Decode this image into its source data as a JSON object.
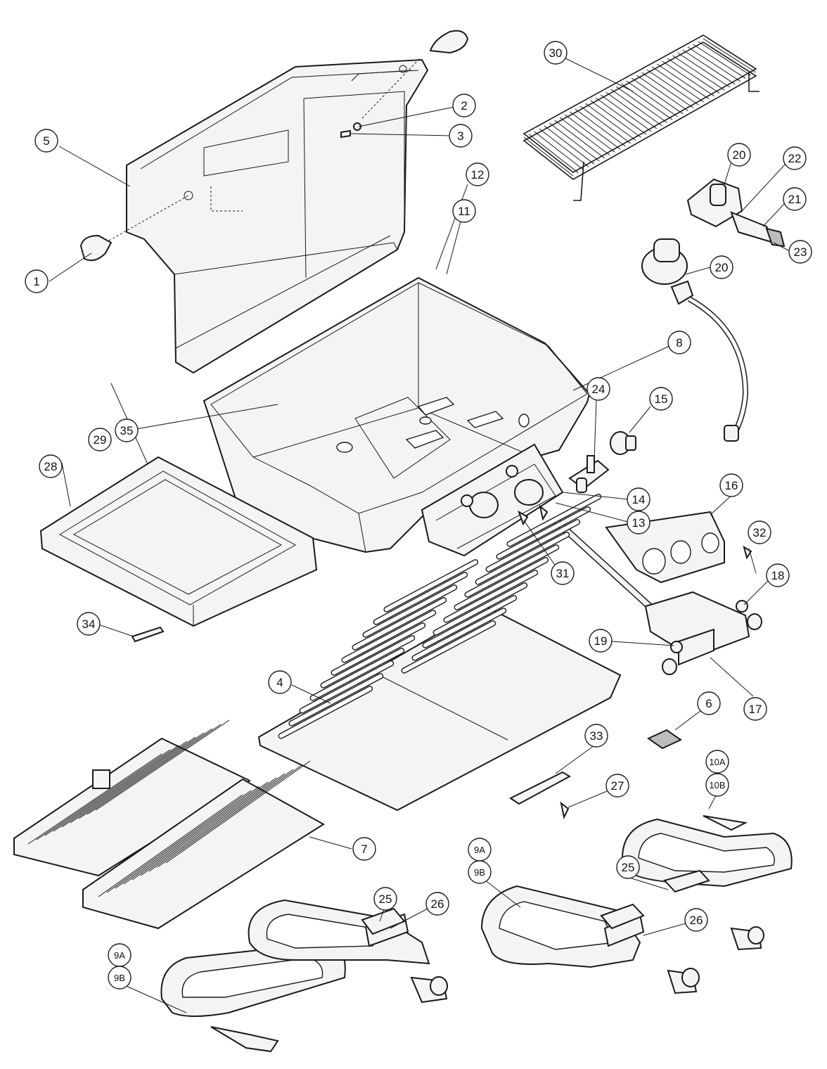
{
  "callouts": [
    {
      "id": "c-1",
      "label": "1"
    },
    {
      "id": "c-2",
      "label": "2"
    },
    {
      "id": "c-3",
      "label": "3"
    },
    {
      "id": "c-4",
      "label": "4"
    },
    {
      "id": "c-5",
      "label": "5"
    },
    {
      "id": "c-6",
      "label": "6"
    },
    {
      "id": "c-7",
      "label": "7"
    },
    {
      "id": "c-8",
      "label": "8"
    },
    {
      "id": "c-9a-left",
      "label": "9A"
    },
    {
      "id": "c-9b-left",
      "label": "9B"
    },
    {
      "id": "c-9a-right",
      "label": "9A"
    },
    {
      "id": "c-9b-right",
      "label": "9B"
    },
    {
      "id": "c-10a",
      "label": "10A"
    },
    {
      "id": "c-10b",
      "label": "10B"
    },
    {
      "id": "c-11",
      "label": "11"
    },
    {
      "id": "c-12",
      "label": "12"
    },
    {
      "id": "c-13",
      "label": "13"
    },
    {
      "id": "c-14",
      "label": "14"
    },
    {
      "id": "c-15",
      "label": "15"
    },
    {
      "id": "c-16",
      "label": "16"
    },
    {
      "id": "c-17",
      "label": "17"
    },
    {
      "id": "c-18",
      "label": "18"
    },
    {
      "id": "c-19",
      "label": "19"
    },
    {
      "id": "c-20-top",
      "label": "20"
    },
    {
      "id": "c-20-mid",
      "label": "20"
    },
    {
      "id": "c-21",
      "label": "21"
    },
    {
      "id": "c-22",
      "label": "22"
    },
    {
      "id": "c-23",
      "label": "23"
    },
    {
      "id": "c-24",
      "label": "24"
    },
    {
      "id": "c-25-left",
      "label": "25"
    },
    {
      "id": "c-25-right",
      "label": "25"
    },
    {
      "id": "c-26-left",
      "label": "26"
    },
    {
      "id": "c-26-right",
      "label": "26"
    },
    {
      "id": "c-27",
      "label": "27"
    },
    {
      "id": "c-28",
      "label": "28"
    },
    {
      "id": "c-29",
      "label": "29"
    },
    {
      "id": "c-30",
      "label": "30"
    },
    {
      "id": "c-31",
      "label": "31"
    },
    {
      "id": "c-32",
      "label": "32"
    },
    {
      "id": "c-33",
      "label": "33"
    },
    {
      "id": "c-34",
      "label": "34"
    },
    {
      "id": "c-35",
      "label": "35"
    }
  ]
}
